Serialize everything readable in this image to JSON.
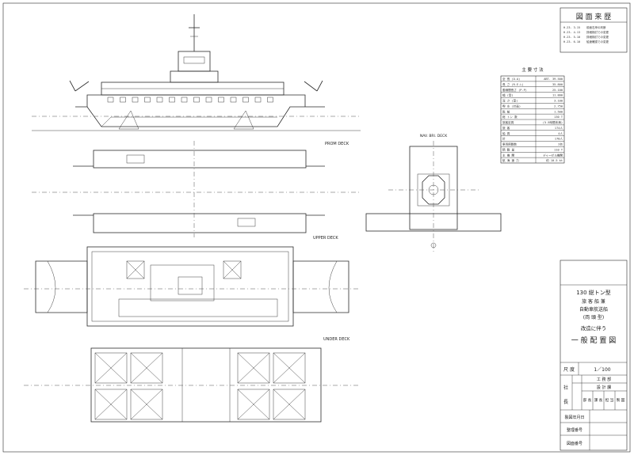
{
  "revision_block": {
    "title": "図 面 来 歴",
    "entries": [
      {
        "date": "H.23. 3.15",
        "note": "前面右岸の判断"
      },
      {
        "date": "H.23. 4.13",
        "note": "詳細検討での変更"
      },
      {
        "date": "H.23. 5.10",
        "note": "詳細検討での変更"
      },
      {
        "date": "H.23. 6.10",
        "note": "船速確認での変更"
      }
    ]
  },
  "particulars": {
    "title": "主 要 寸 法",
    "rows": [
      {
        "label": "全 長 (O.A)",
        "value": "ABT. 39.500"
      },
      {
        "label": "長 さ (R.E.L)",
        "value": "35.800"
      },
      {
        "label": "垂線間長さ (P.P)",
        "value": "25.100"
      },
      {
        "label": "幅 (型)",
        "value": "11.800"
      },
      {
        "label": "深 さ (型)",
        "value": "3.100"
      },
      {
        "label": "喫 水 (計画)",
        "value": "2.750"
      },
      {
        "label": "乾 舷",
        "value": "1.500"
      },
      {
        "label": "総 トン 数",
        "value": "130 T"
      },
      {
        "label": "旅客定員",
        "value": "(5.5時間未満)"
      },
      {
        "label": "旅 客",
        "value": "174人"
      },
      {
        "label": "船 員",
        "value": "4人"
      },
      {
        "label": "計",
        "value": "178人"
      },
      {
        "label": "車両搭載数",
        "value": "3台"
      },
      {
        "label": "積 載 量",
        "value": "110 T"
      },
      {
        "label": "主 機 関",
        "value": "ディーゼル機関"
      },
      {
        "label": "航 海 速 力",
        "value": "約 10.5 kt"
      }
    ]
  },
  "title_block": {
    "ship": "130 総トン型",
    "type1": "旅 客 船 兼",
    "type2": "自動車航送船",
    "type3": "(両 頭 型)",
    "subtitle": "改造に伴う",
    "drawing": "一 般 配 置 図",
    "scale_label": "尺 度",
    "scale": "1／100",
    "company_label1": "社",
    "company_label2": "長",
    "dept1": "工 務 部",
    "dept2": "設 計 課",
    "sign_cols": [
      "部 長",
      "課 長",
      "担 当",
      "製 図"
    ],
    "row1": "製図年月日",
    "row2": "整理番号",
    "row3": "図面番号"
  },
  "view_labels": {
    "prom_deck": "PROM DECK",
    "upper_deck": "UPPER DECK",
    "under_deck": "UNDER DECK",
    "nav_deck": "NAV. BRI. DECK"
  }
}
